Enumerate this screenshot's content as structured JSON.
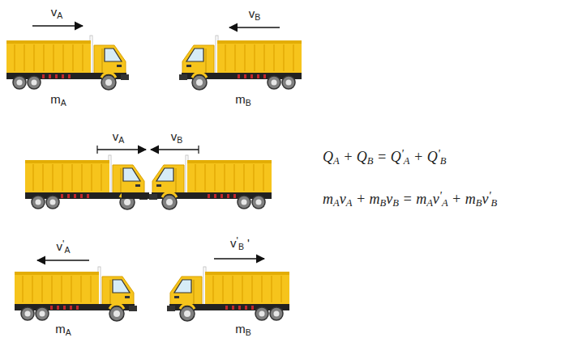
{
  "diagram": {
    "labels": [
      "vA",
      "vB",
      "mA",
      "mB",
      "vA",
      "vB",
      "v'A",
      "v'B '",
      "mA",
      "mB",
      "QA + QB = Q'A + Q'B",
      "mAvA + mBvB = mAv'A + mBv'B"
    ]
  }
}
